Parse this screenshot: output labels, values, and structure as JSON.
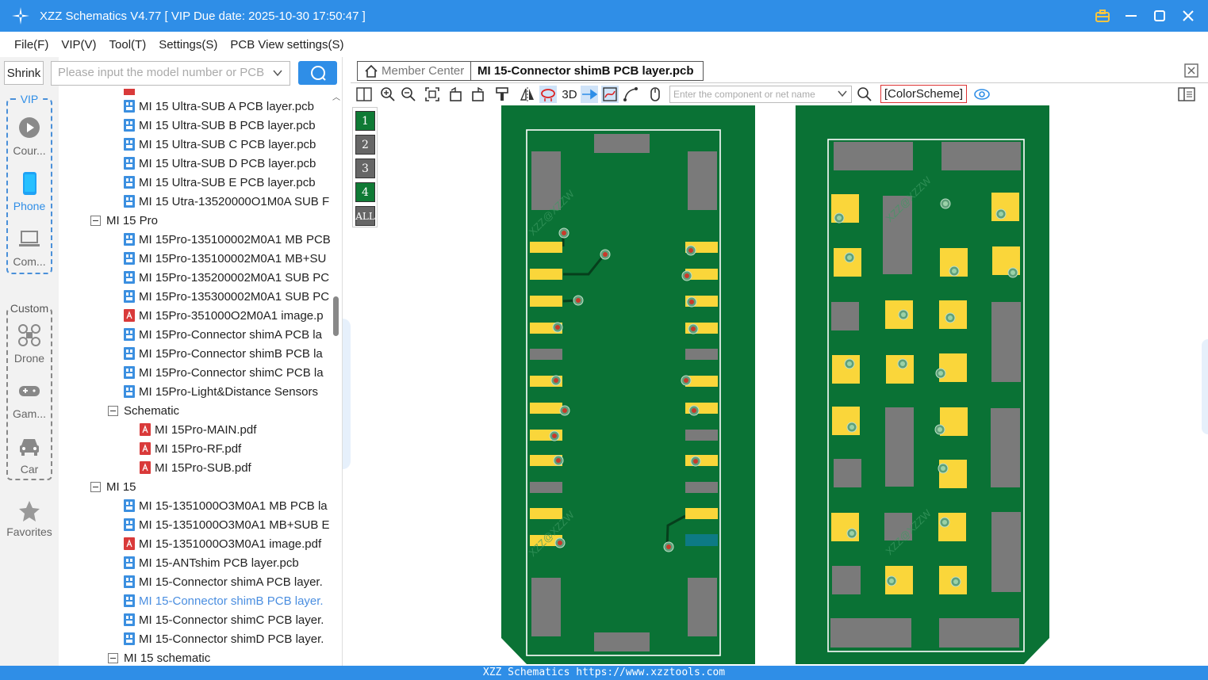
{
  "window": {
    "title": "XZZ Schematics V4.77 [ VIP Due date: 2025-10-30 17:50:47 ]"
  },
  "menu": [
    "File(F)",
    "VIP(V)",
    "Tool(T)",
    "Settings(S)",
    "PCB View settings(S)"
  ],
  "sidebar": {
    "shrink_label": "Shrink",
    "vip_title": "VIP",
    "custom_title": "Custom",
    "vip_items": [
      {
        "label": "Cour...",
        "icon": "play-icon"
      },
      {
        "label": "Phone",
        "icon": "phone-icon",
        "active": true
      },
      {
        "label": "Com...",
        "icon": "laptop-icon"
      }
    ],
    "custom_items": [
      {
        "label": "Drone",
        "icon": "drone-icon"
      },
      {
        "label": "Gam...",
        "icon": "gamepad-icon"
      },
      {
        "label": "Car",
        "icon": "car-icon"
      }
    ],
    "favorites_label": "Favorites"
  },
  "search": {
    "placeholder": "Please input the model number or PCB"
  },
  "tree": [
    {
      "label": "MI 15 Ultra-SUB A PCB layer.pcb",
      "type": "pcb",
      "level": 2
    },
    {
      "label": "MI 15 Ultra-SUB B PCB layer.pcb",
      "type": "pcb",
      "level": 2
    },
    {
      "label": "MI 15 Ultra-SUB C PCB layer.pcb",
      "type": "pcb",
      "level": 2
    },
    {
      "label": "MI 15 Ultra-SUB D PCB layer.pcb",
      "type": "pcb",
      "level": 2
    },
    {
      "label": "MI 15 Ultra-SUB E PCB layer.pcb",
      "type": "pcb",
      "level": 2
    },
    {
      "label": "MI 15 Utra-13520000O1M0A SUB F",
      "type": "pcb",
      "level": 2
    },
    {
      "label": "MI 15 Pro",
      "type": "folder",
      "level": 1
    },
    {
      "label": "MI 15Pro-135100002M0A1 MB PCB",
      "type": "pcb",
      "level": 2
    },
    {
      "label": "MI 15Pro-135100002M0A1 MB+SU",
      "type": "pcb",
      "level": 2
    },
    {
      "label": "MI 15Pro-135200002M0A1 SUB PC",
      "type": "pcb",
      "level": 2
    },
    {
      "label": "MI 15Pro-135300002M0A1 SUB PC",
      "type": "pcb",
      "level": 2
    },
    {
      "label": "MI 15Pro-351000O2M0A1 image.p",
      "type": "pdf",
      "level": 2
    },
    {
      "label": "MI 15Pro-Connector shimA PCB la",
      "type": "pcb",
      "level": 2
    },
    {
      "label": "MI 15Pro-Connector shimB PCB la",
      "type": "pcb",
      "level": 2
    },
    {
      "label": "MI 15Pro-Connector shimC PCB la",
      "type": "pcb",
      "level": 2
    },
    {
      "label": "MI 15Pro-Light&Distance Sensors",
      "type": "pcb",
      "level": 2
    },
    {
      "label": "Schematic",
      "type": "folder",
      "level": 2
    },
    {
      "label": "MI 15Pro-MAIN.pdf",
      "type": "pdf",
      "level": 3
    },
    {
      "label": "MI 15Pro-RF.pdf",
      "type": "pdf",
      "level": 3
    },
    {
      "label": "MI 15Pro-SUB.pdf",
      "type": "pdf",
      "level": 3
    },
    {
      "label": "MI 15",
      "type": "folder",
      "level": 1
    },
    {
      "label": "MI 15-1351000O3M0A1 MB PCB la",
      "type": "pcb",
      "level": 2
    },
    {
      "label": "MI 15-1351000O3M0A1 MB+SUB E",
      "type": "pcb",
      "level": 2
    },
    {
      "label": "MI 15-1351000O3M0A1 image.pdf",
      "type": "pdf",
      "level": 2
    },
    {
      "label": "MI 15-ANTshim PCB layer.pcb",
      "type": "pcb",
      "level": 2
    },
    {
      "label": "MI 15-Connector shimA PCB layer.",
      "type": "pcb",
      "level": 2
    },
    {
      "label": "MI 15-Connector shimB PCB layer.",
      "type": "pcb",
      "level": 2,
      "selected": true
    },
    {
      "label": "MI 15-Connector shimC PCB layer.",
      "type": "pcb",
      "level": 2
    },
    {
      "label": "MI 15-Connector shimD PCB layer.",
      "type": "pcb",
      "level": 2
    },
    {
      "label": "MI 15 schematic",
      "type": "folder",
      "level": 2
    }
  ],
  "tabs": {
    "member": "Member Center",
    "active": "MI 15-Connector shimB PCB layer.pcb"
  },
  "toolbar": {
    "label_3d": "3D",
    "component_placeholder": "Enter the component or net name",
    "colorscheme": "[ColorScheme]"
  },
  "layers": [
    "1",
    "2",
    "3",
    "4",
    "ALL"
  ],
  "status": {
    "text": "XZZ Schematics https://www.xzztools.com"
  },
  "colors": {
    "accent": "#2f8ee7",
    "board": "#0a7235",
    "pad": "#fad63a",
    "pad_gray": "#7a7a7a",
    "teal_pad": "#0d7a85"
  }
}
